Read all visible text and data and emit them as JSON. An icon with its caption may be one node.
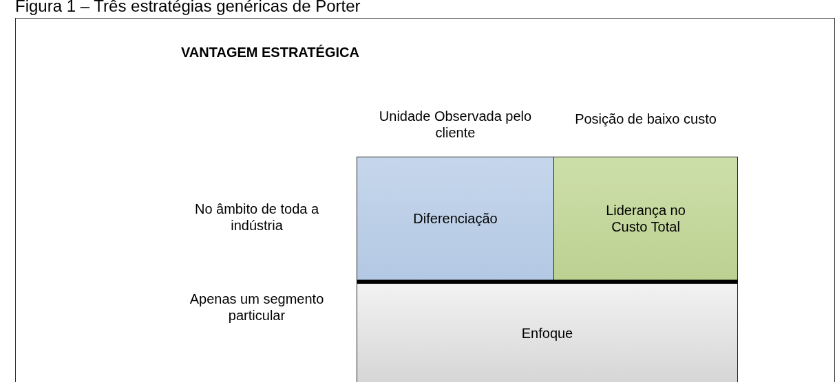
{
  "diagram": {
    "title": "Figura 1 – Três estratégias genéricas de Porter",
    "nodes": [
      {
        "text": [
          "VANTAGEM ESTRATÉGICA"
        ]
      },
      {
        "text": [
          "Diferenciação"
        ],
        "in": 0
      },
      {
        "text": [
          "Liderança no Custo Total"
        ],
        "in": 0
      },
      {
        "text": [
          "Enfoque"
        ],
        "in": 0
      }
    ],
    "edges": [],
    "labels": [
      "Unidade Observada pelo cliente",
      "Posição de baixo custo",
      "No âmbito de toda a indústria",
      "Apenas um segmento particular"
    ]
  }
}
